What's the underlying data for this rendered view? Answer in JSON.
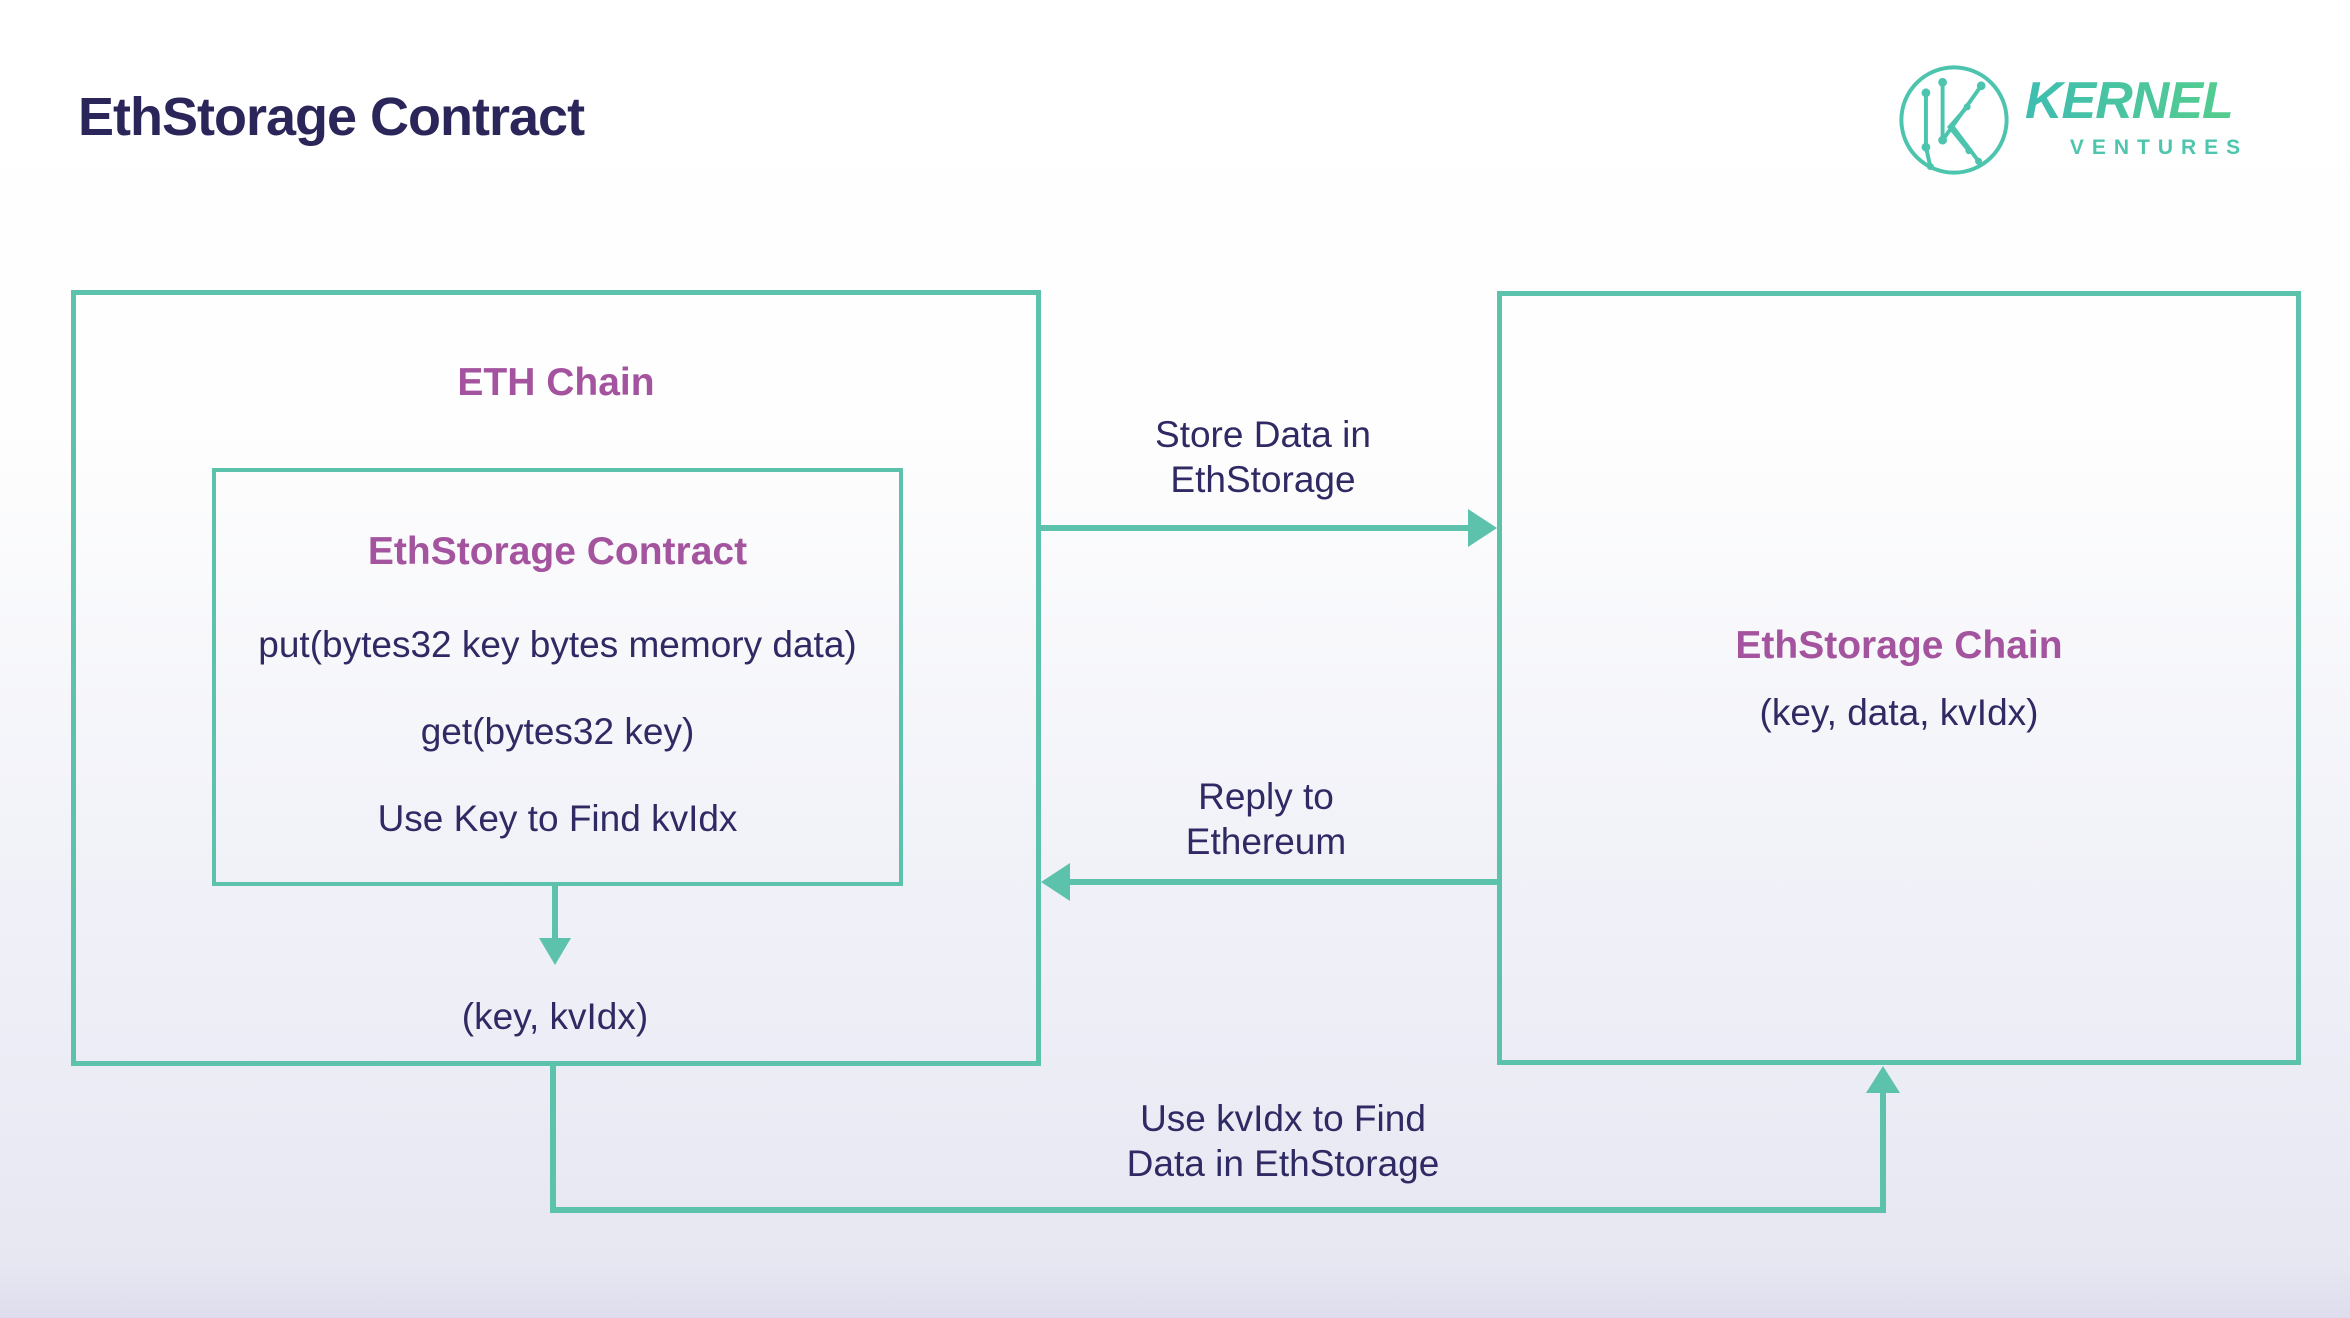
{
  "page": {
    "title": "EthStorage Contract"
  },
  "logo": {
    "brand": "KERNEL",
    "sub": "VENTURES"
  },
  "colors": {
    "teal": "#5cc2ab",
    "purple": "#a4549e",
    "navy": "#2f2a63"
  },
  "eth_chain": {
    "title": "ETH Chain",
    "contract": {
      "title": "EthStorage Contract",
      "line1": "put(bytes32 key bytes memory data)",
      "line2": "get(bytes32 key)",
      "line3": "Use Key to Find kvIdx"
    },
    "result": "(key, kvIdx)"
  },
  "ethstorage_chain": {
    "title": "EthStorage Chain",
    "tuple": "(key, data, kvIdx)"
  },
  "arrows": {
    "store": {
      "line1": "Store Data in",
      "line2": "EthStorage"
    },
    "reply": {
      "line1": "Reply to",
      "line2": "Ethereum"
    },
    "find": {
      "line1": "Use kvIdx to Find",
      "line2": "Data in EthStorage"
    }
  }
}
